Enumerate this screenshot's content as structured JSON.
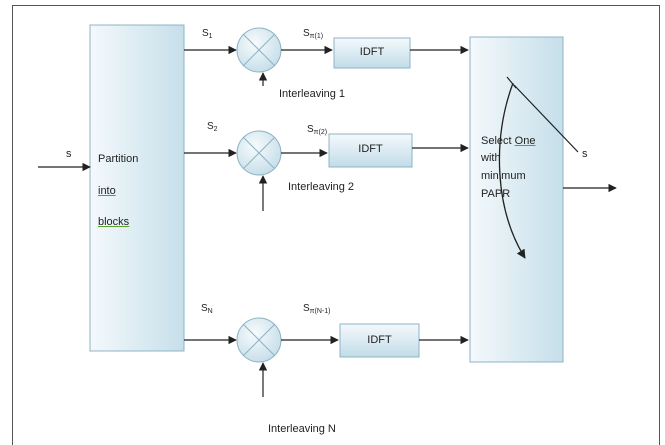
{
  "input_label": "s",
  "output_label": "s",
  "partition": {
    "line1": "Partition",
    "line2": "into",
    "line3": "blocks"
  },
  "select": {
    "line1": "Select One",
    "line2": "with",
    "line3": "minimum",
    "line4": "PAPR"
  },
  "branches": [
    {
      "in_sub": "1",
      "out_sub": "π(1)",
      "idft": "IDFT",
      "interleaver": "Interleaving 1"
    },
    {
      "in_sub": "2",
      "out_sub": "π(2)",
      "idft": "IDFT",
      "interleaver": "Interleaving 2"
    },
    {
      "in_sub": "N",
      "out_sub": "π(N-1)",
      "idft": "IDFT",
      "interleaver": "Interleaving N"
    }
  ],
  "signal_letter": "S",
  "colors": {
    "box_fill_light": "#f2f8fb",
    "box_fill_dark": "#c8e0ea",
    "box_stroke": "#8fb3c4",
    "line": "#222222"
  }
}
